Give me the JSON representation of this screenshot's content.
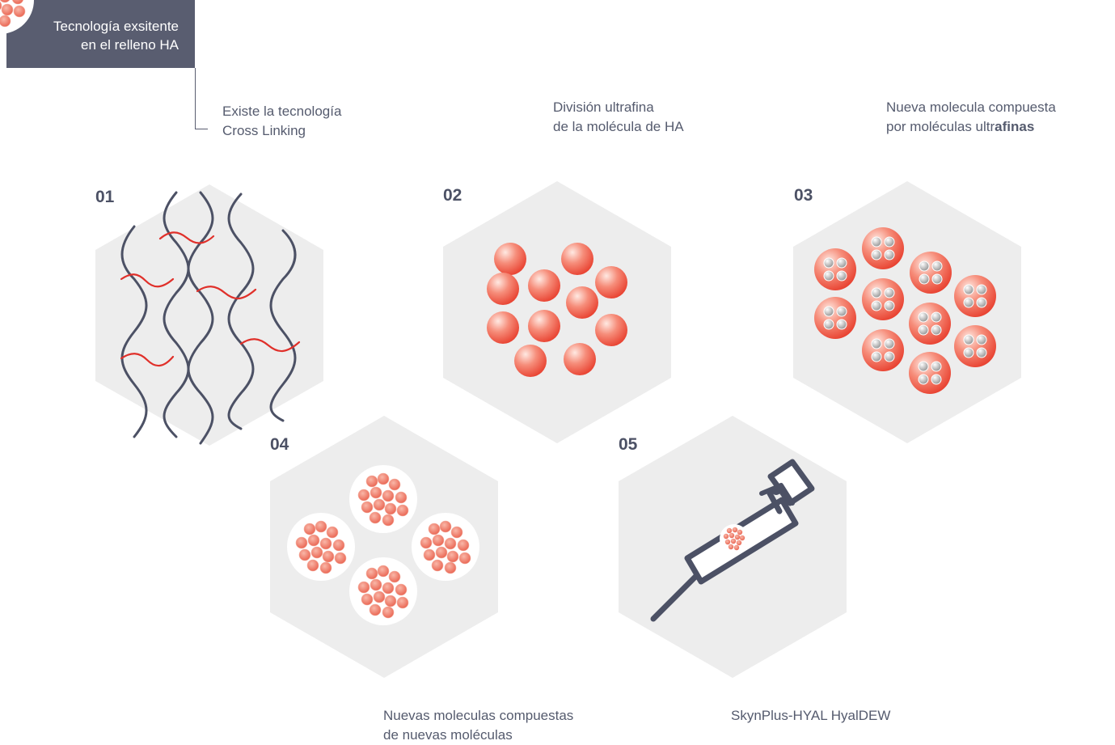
{
  "tag": {
    "line1": "Tecnología exsitente",
    "line2": "en el relleno HA"
  },
  "steps": [
    {
      "number": "01",
      "caption_line1": "Existe la tecnología",
      "caption_line2": "Cross Linking"
    },
    {
      "number": "02",
      "caption_line1": "División ultrafina",
      "caption_line2": "de la molécula de HA"
    },
    {
      "number": "03",
      "caption_line1": "Nueva molecula compuesta",
      "caption_line2_a": "por moléculas ultr",
      "caption_line2_b": "afinas"
    },
    {
      "number": "04",
      "caption_line1": "Nuevas moleculas compuestas",
      "caption_line2": "de nuevas moléculas"
    },
    {
      "number": "05",
      "caption_line1": "SkynPlus-HYAL HyalDEW"
    }
  ],
  "colors": {
    "tag_bg": "#595d70",
    "hexagon": "#ededed",
    "wave_dark": "#4c5165",
    "wave_red": "#e0302a",
    "sphere": "#f26a55"
  },
  "icons": [
    "crosslink-waves",
    "ha-spheres",
    "composite-spheres",
    "clustered-spheres",
    "syringe-icon"
  ]
}
